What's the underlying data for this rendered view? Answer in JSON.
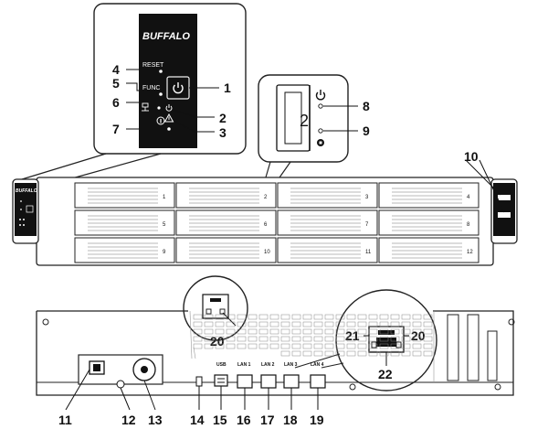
{
  "brand": "BUFFALO",
  "panel_labels": {
    "reset": "RESET",
    "func": "FUNC"
  },
  "bay_digit": "2",
  "callouts": [
    "1",
    "2",
    "3",
    "4",
    "5",
    "6",
    "7",
    "8",
    "9",
    "10",
    "11",
    "12",
    "13",
    "14",
    "15",
    "16",
    "17",
    "18",
    "19",
    "20",
    "21",
    "22"
  ],
  "port_labels": {
    "usb": "USB",
    "lan1": "LAN 1",
    "lan2": "LAN 2",
    "lan3": "LAN 3",
    "lan4": "LAN 4"
  },
  "drive_bay_numbers": [
    "1",
    "2",
    "3",
    "4",
    "5",
    "6",
    "7",
    "8",
    "9",
    "10",
    "11",
    "12"
  ],
  "colors": {
    "panel": "#111111",
    "chassis_line": "#222222",
    "background": "#ffffff"
  },
  "icons": {
    "power": "power-icon",
    "alert": "warning-triangle-icon",
    "info": "info-circle-icon",
    "network": "network-icon",
    "lock": "lock-icon"
  }
}
